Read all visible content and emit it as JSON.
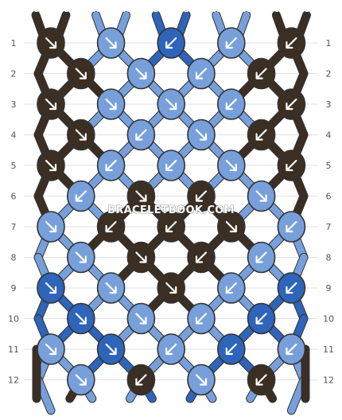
{
  "watermark": "BRACELETBOOK.COM",
  "colors": {
    "A": "#77a0db",
    "B": "#2e64b9",
    "C": "#3b2e22"
  },
  "top_strand_labels": [
    "C",
    "C",
    "A",
    "A",
    "B",
    "B",
    "A",
    "A",
    "C",
    "C"
  ],
  "bottom_strand_labels": [
    "C",
    "C",
    "A",
    "A",
    "B",
    "B",
    "A",
    "A",
    "C",
    "C"
  ],
  "row_numbers": [
    "1",
    "2",
    "3",
    "4",
    "5",
    "6",
    "7",
    "8",
    "9",
    "10",
    "11",
    "12"
  ],
  "knot_icons": {
    "f": "arrow-down-right-icon",
    "b": "arrow-down-left-icon"
  },
  "rows": [
    {
      "knots": [
        {
          "color": "C",
          "arrow": "f"
        },
        {
          "color": "A",
          "arrow": "f"
        },
        {
          "color": "B",
          "arrow": "b"
        },
        {
          "color": "A",
          "arrow": "b"
        },
        {
          "color": "C",
          "arrow": "b"
        }
      ]
    },
    {
      "knots": [
        {
          "color": "C",
          "arrow": "f"
        },
        {
          "color": "A",
          "arrow": "f"
        },
        {
          "color": "A",
          "arrow": "b"
        },
        {
          "color": "C",
          "arrow": "b"
        }
      ]
    },
    {
      "knots": [
        {
          "color": "C",
          "arrow": "f"
        },
        {
          "color": "A",
          "arrow": "f"
        },
        {
          "color": "A",
          "arrow": "f"
        },
        {
          "color": "A",
          "arrow": "b"
        },
        {
          "color": "C",
          "arrow": "b"
        }
      ]
    },
    {
      "knots": [
        {
          "color": "C",
          "arrow": "f"
        },
        {
          "color": "A",
          "arrow": "b"
        },
        {
          "color": "A",
          "arrow": "f"
        },
        {
          "color": "C",
          "arrow": "b"
        }
      ]
    },
    {
      "knots": [
        {
          "color": "C",
          "arrow": "f"
        },
        {
          "color": "A",
          "arrow": "b"
        },
        {
          "color": "A",
          "arrow": "b"
        },
        {
          "color": "A",
          "arrow": "f"
        },
        {
          "color": "C",
          "arrow": "b"
        }
      ]
    },
    {
      "knots": [
        {
          "color": "A",
          "arrow": "b"
        },
        {
          "color": "C",
          "arrow": "f"
        },
        {
          "color": "C",
          "arrow": "b"
        },
        {
          "color": "A",
          "arrow": "f"
        }
      ]
    },
    {
      "knots": [
        {
          "color": "A",
          "arrow": "f"
        },
        {
          "color": "C",
          "arrow": "b"
        },
        {
          "color": "C",
          "arrow": "b"
        },
        {
          "color": "C",
          "arrow": "f"
        },
        {
          "color": "A",
          "arrow": "b"
        }
      ]
    },
    {
      "knots": [
        {
          "color": "A",
          "arrow": "f"
        },
        {
          "color": "C",
          "arrow": "f"
        },
        {
          "color": "C",
          "arrow": "b"
        },
        {
          "color": "A",
          "arrow": "b"
        }
      ]
    },
    {
      "knots": [
        {
          "color": "B",
          "arrow": "f"
        },
        {
          "color": "A",
          "arrow": "f"
        },
        {
          "color": "C",
          "arrow": "f"
        },
        {
          "color": "A",
          "arrow": "b"
        },
        {
          "color": "B",
          "arrow": "b"
        }
      ]
    },
    {
      "knots": [
        {
          "color": "B",
          "arrow": "f"
        },
        {
          "color": "A",
          "arrow": "f"
        },
        {
          "color": "A",
          "arrow": "b"
        },
        {
          "color": "B",
          "arrow": "b"
        }
      ]
    },
    {
      "knots": [
        {
          "color": "A",
          "arrow": "f"
        },
        {
          "color": "B",
          "arrow": "f"
        },
        {
          "color": "A",
          "arrow": "b"
        },
        {
          "color": "B",
          "arrow": "b"
        },
        {
          "color": "A",
          "arrow": "b"
        }
      ]
    },
    {
      "knots": [
        {
          "color": "A",
          "arrow": "f"
        },
        {
          "color": "C",
          "arrow": "b"
        },
        {
          "color": "A",
          "arrow": "f"
        },
        {
          "color": "C",
          "arrow": "b"
        }
      ]
    }
  ]
}
